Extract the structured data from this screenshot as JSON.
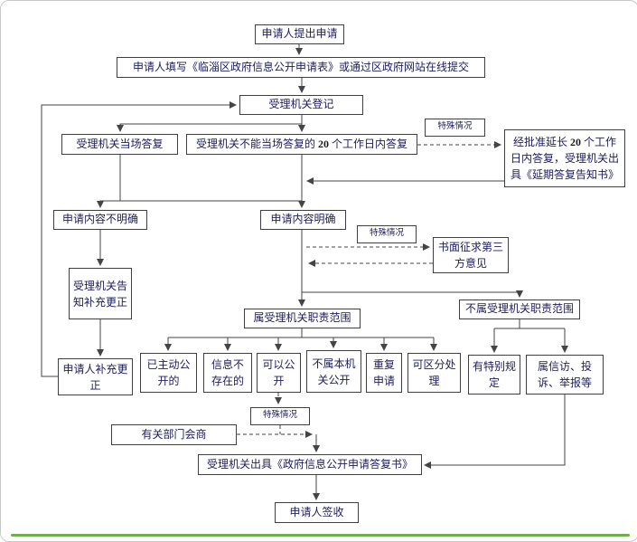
{
  "colors": {
    "text": "#20205e",
    "line": "#444444",
    "box_border": "#3f3f3f",
    "frame_border": "#c9c9c9",
    "bottom_bar": "#6faf4b"
  },
  "nodes": {
    "apply": "申请人提出申请",
    "fill_form": "申请人填写《临淄区政府信息公开申请表》或通过区政府网站在线提交",
    "register": "受理机关登记",
    "onspot_reply": "受理机关当场答复",
    "day20_pre": "受理机关不能当场答复的 ",
    "day20_num": "20",
    "day20_post": " 个工作日内答复",
    "special_case": "特殊情况",
    "extend_pre": "经批准延长 ",
    "extend_num": "20",
    "extend_post": " 个工作日内答复，受理机关出具《延期答复告知书》",
    "content_unclear": "申请内容不明确",
    "content_clear": "申请内容明确",
    "thirdparty": "书面征求第三方意见",
    "notify_supplement": "受理机关告知补充更正",
    "applicant_supplement": "申请人补充更正",
    "in_scope": "属受理机关职责范围",
    "not_in_scope": "不属受理机关职责范围",
    "already_public": "已主动公开的",
    "info_not_exist": "信息不存在的",
    "can_public": "可以公开",
    "not_this_org": "不属本机关公开",
    "repeat_apply": "重复申请",
    "separable": "可区分处理",
    "special_rule": "有特别规定",
    "petition": "属信访、投诉、举报等",
    "dept_consult": "有关部门会商",
    "issue_reply": "受理机关出具《政府信息公开申请答复书》",
    "sign": "申请人签收"
  }
}
